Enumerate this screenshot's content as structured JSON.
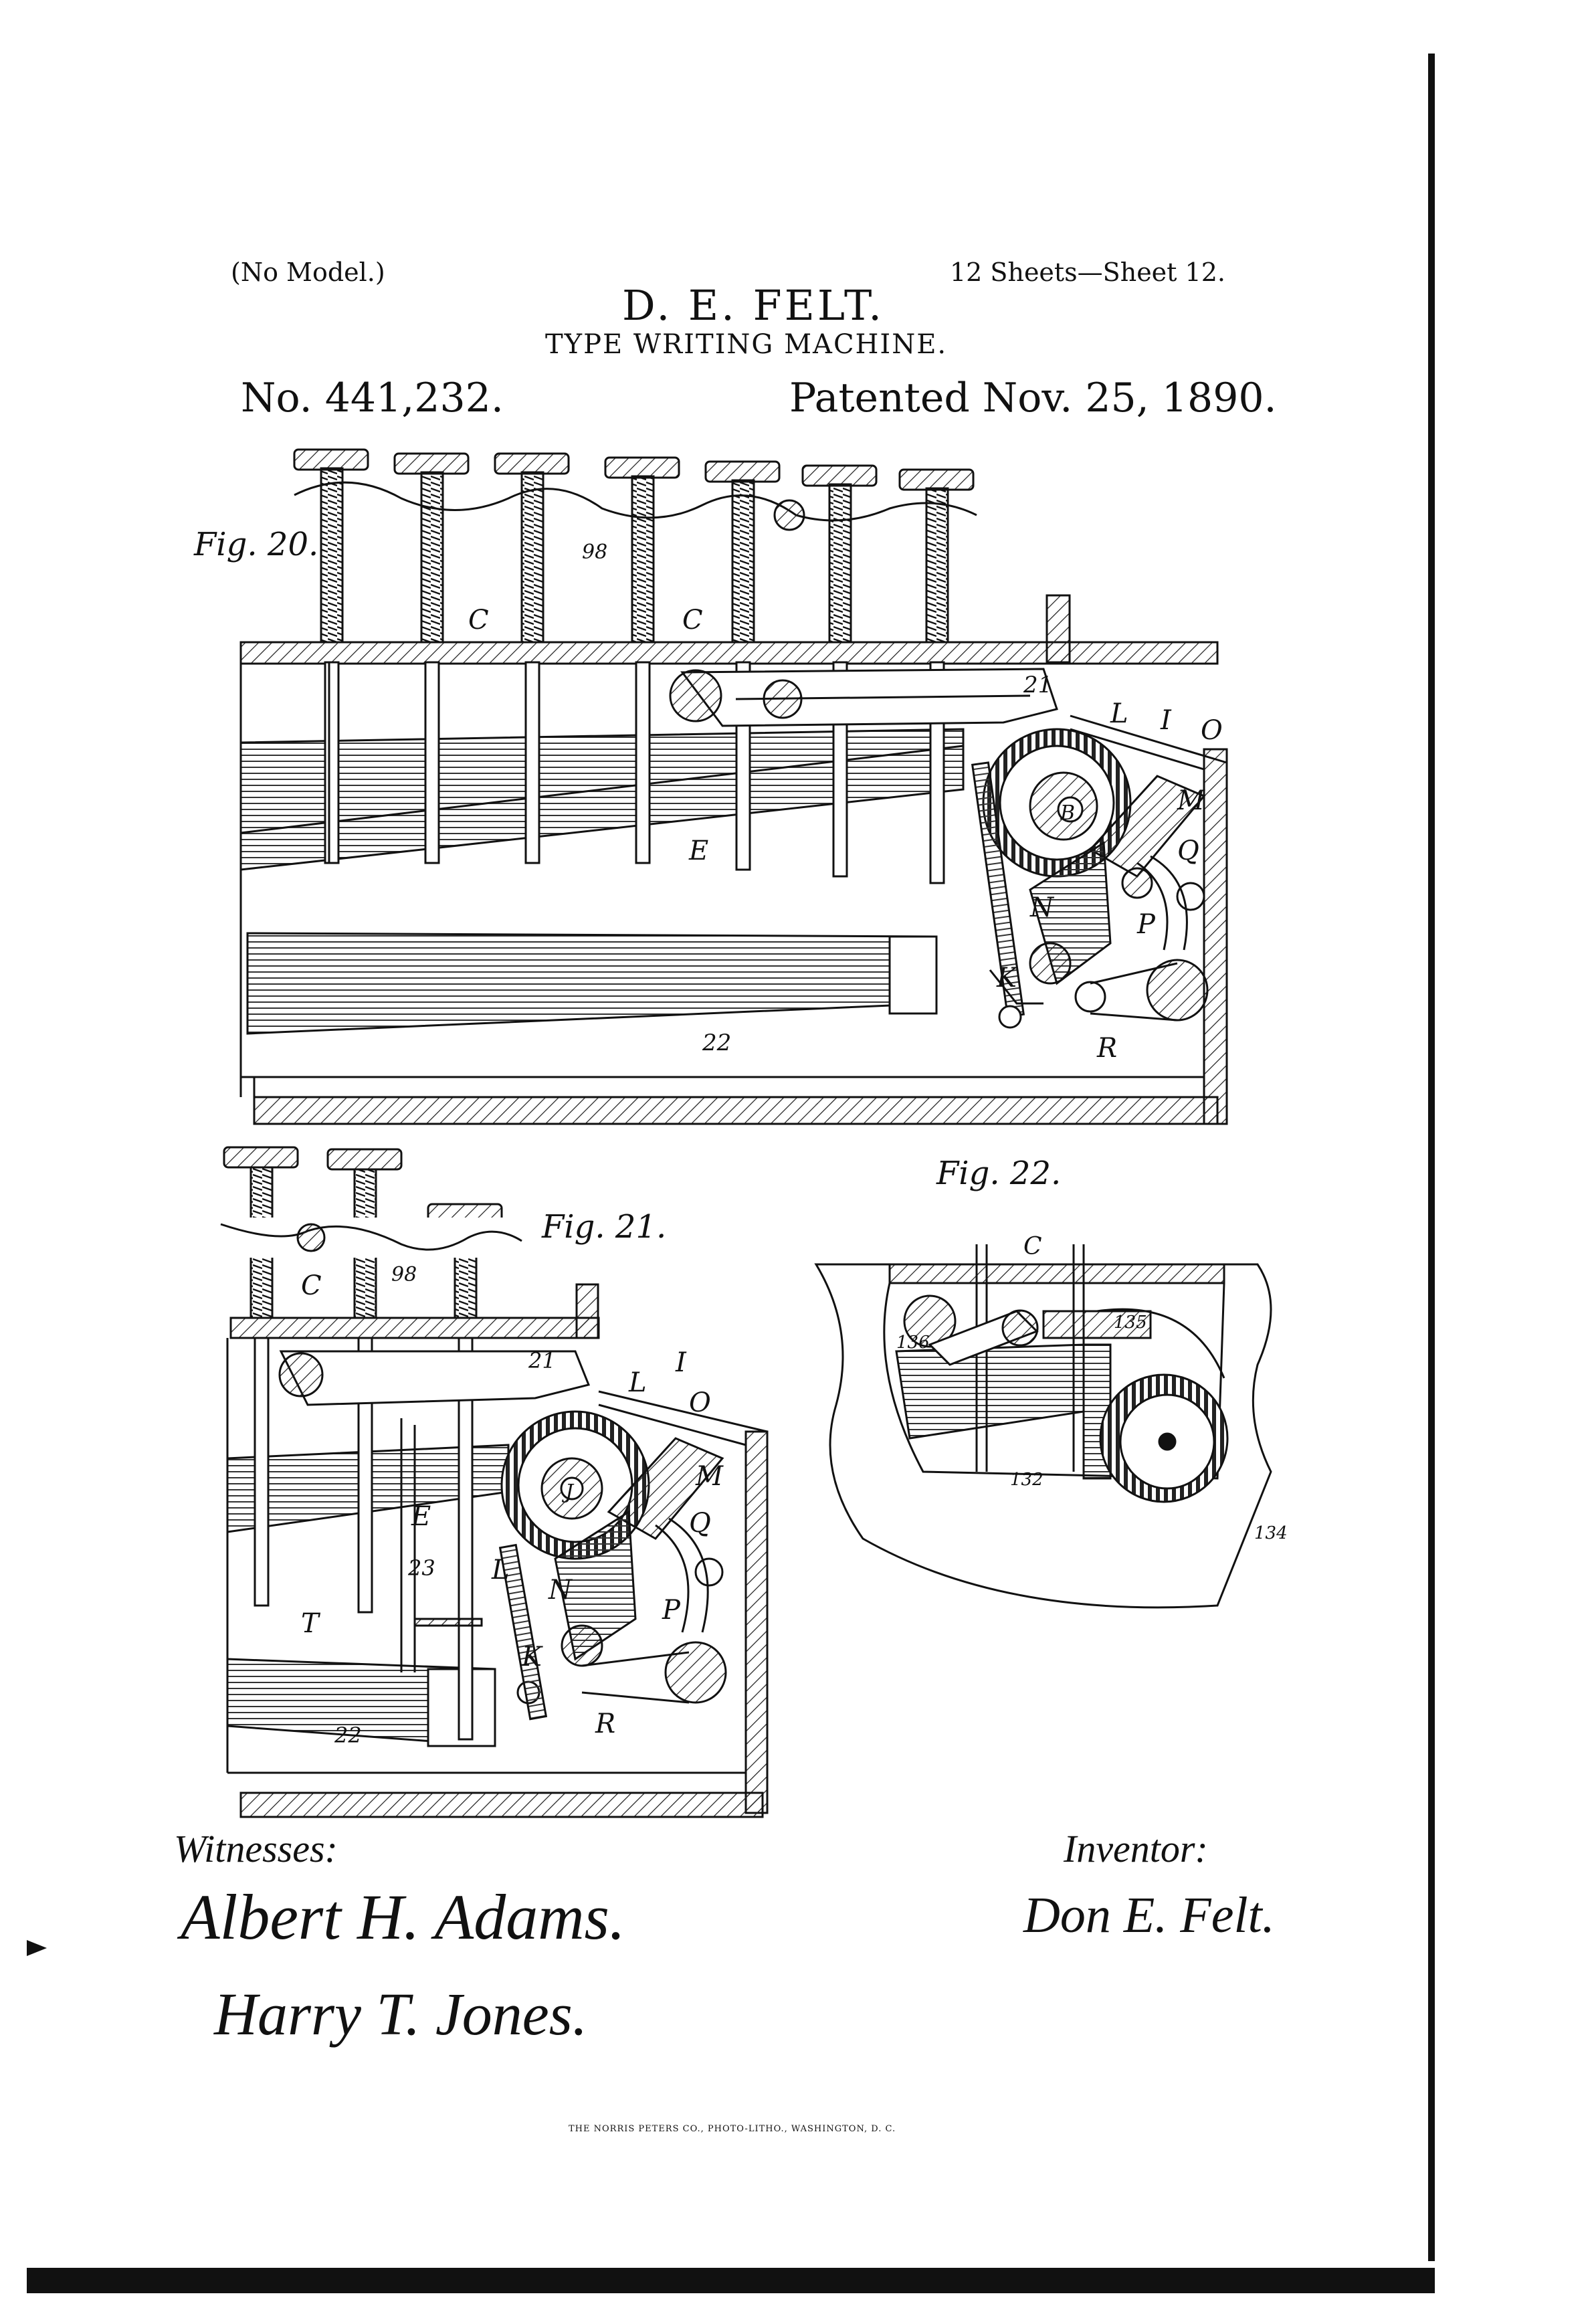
{
  "header": {
    "model": "(No Model.)",
    "sheets": "12 Sheets—Sheet 12.",
    "inventor_name": "D. E. FELT.",
    "title": "TYPE WRITING MACHINE.",
    "patent_number": "No. 441,232.",
    "patent_date": "Patented Nov. 25, 1890."
  },
  "figures": {
    "fig20": {
      "label": "Fig. 20.",
      "refs": [
        "98",
        "C",
        "C",
        "21",
        "L",
        "I",
        "O",
        "M",
        "Q",
        "N",
        "P",
        "K",
        "R",
        "E",
        "22",
        "B"
      ]
    },
    "fig21": {
      "label": "Fig. 21.",
      "refs": [
        "98",
        "C",
        "21",
        "L",
        "I",
        "O",
        "J",
        "M",
        "Q",
        "L",
        "N",
        "P",
        "K",
        "R",
        "E",
        "23",
        "T",
        "22"
      ]
    },
    "fig22": {
      "label": "Fig. 22.",
      "refs": [
        "C",
        "135",
        "136",
        "132",
        "134"
      ]
    }
  },
  "footer": {
    "witnesses_label": "Witnesses:",
    "witness_1": "Albert H. Adams.",
    "witness_2": "Harry T. Jones.",
    "inventor_label": "Inventor:",
    "inventor_signature": "Don E. Felt.",
    "printer": "THE NORRIS PETERS CO., PHOTO-LITHO., WASHINGTON, D. C."
  }
}
